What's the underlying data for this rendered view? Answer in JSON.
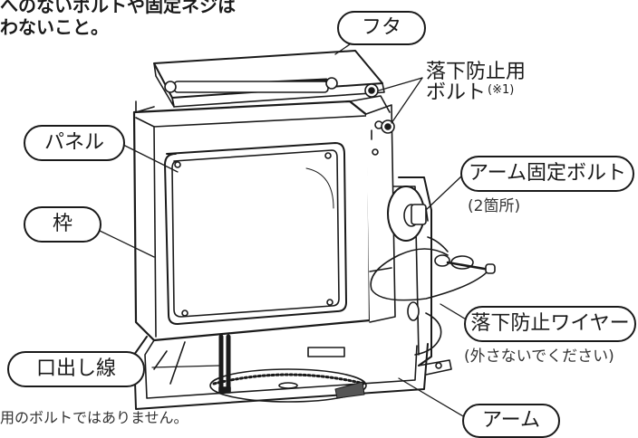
{
  "notes": {
    "top_line1": "へのないボルトや固定ネジは",
    "top_line2": "わないこと。",
    "bottom": "用のボルトではありません。"
  },
  "labels": {
    "lid": "フタ",
    "fall_bolt_line1": "落下防止用",
    "fall_bolt_line2": "ボルト",
    "fall_bolt_ref": "(※1)",
    "panel": "パネル",
    "frame": "枠",
    "arm_bolt": "アーム固定ボルト",
    "arm_bolt_count": "(2箇所)",
    "fall_wire": "落下防止ワイヤー",
    "fall_wire_note": "(外さないでください)",
    "cable": "口出し線",
    "arm": "アーム"
  }
}
